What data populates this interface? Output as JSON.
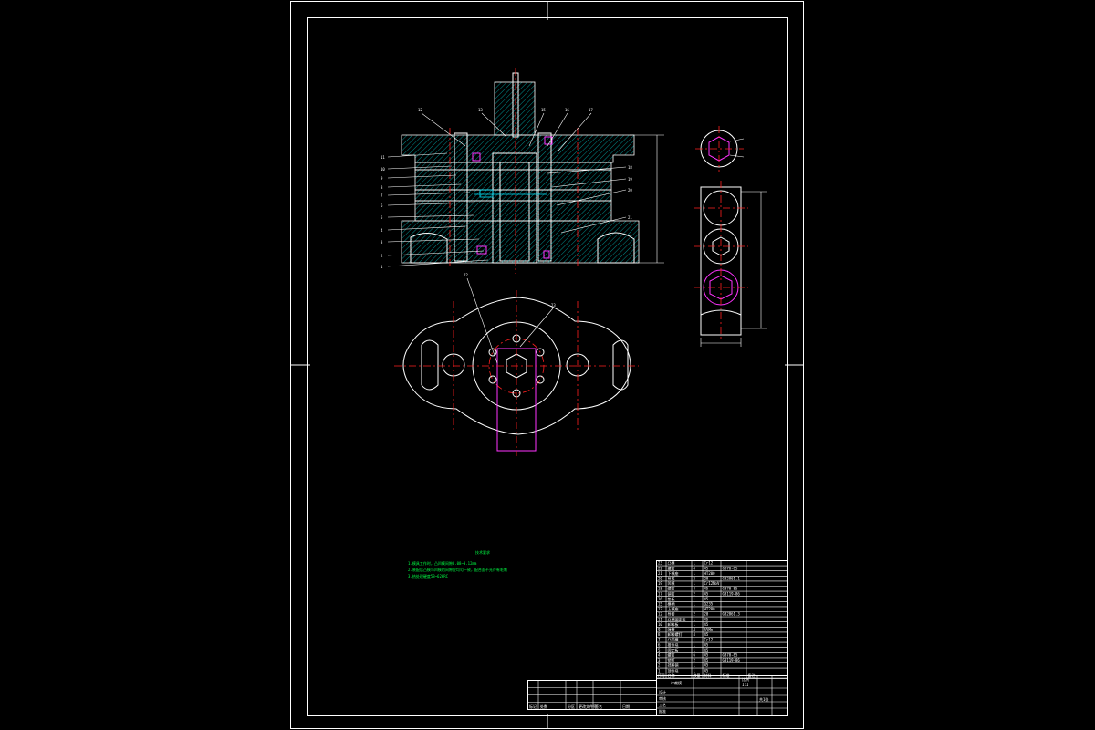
{
  "drawing": {
    "balloons_left": [
      "1",
      "2",
      "3",
      "4",
      "5",
      "6",
      "7",
      "8",
      "9",
      "10",
      "11"
    ],
    "balloons_top": [
      "12",
      "13",
      "15",
      "16",
      "17"
    ],
    "balloons_right": [
      "18",
      "19",
      "20",
      "21"
    ],
    "balloons_plan": [
      "22",
      "23"
    ],
    "notes_title": "技术要求",
    "notes_lines": [
      "1.模具工作时，凸凹模间隙0.08~0.12mm",
      "2.装配后凸模与凹模的间隙应均匀一致，配合面不允许有毛刺",
      "3.热处理硬度58~62HRC"
    ]
  },
  "parts_list": {
    "rows": [
      [
        "23",
        "凸模",
        "1",
        "Cr12",
        "",
        ""
      ],
      [
        "22",
        "螺钉",
        "4",
        "45",
        "GB70-85",
        ""
      ],
      [
        "21",
        "下模座",
        "1",
        "HT200",
        "",
        ""
      ],
      [
        "20",
        "导柱",
        "2",
        "20",
        "GB2861.1",
        ""
      ],
      [
        "19",
        "凹模",
        "1",
        "Cr12MoV",
        "",
        ""
      ],
      [
        "18",
        "螺钉",
        "4",
        "45",
        "GB70-85",
        ""
      ],
      [
        "17",
        "销钉",
        "2",
        "45",
        "GB119-86",
        ""
      ],
      [
        "16",
        "垫板",
        "1",
        "45",
        "",
        ""
      ],
      [
        "15",
        "模柄",
        "1",
        "Q235",
        "",
        ""
      ],
      [
        "13",
        "上模座",
        "1",
        "HT200",
        "",
        ""
      ],
      [
        "12",
        "导套",
        "2",
        "20",
        "GB2861.3",
        ""
      ],
      [
        "11",
        "凸模固定板",
        "1",
        "45",
        "",
        ""
      ],
      [
        "10",
        "卸料板",
        "1",
        "45",
        "",
        ""
      ],
      [
        "9",
        "弹簧",
        "4",
        "65Mn",
        "",
        ""
      ],
      [
        "8",
        "卸料螺钉",
        "4",
        "45",
        "",
        ""
      ],
      [
        "7",
        "凸凹模",
        "1",
        "Cr12",
        "",
        ""
      ],
      [
        "6",
        "推件块",
        "1",
        "45",
        "",
        ""
      ],
      [
        "5",
        "固定板",
        "1",
        "45",
        "",
        ""
      ],
      [
        "4",
        "螺钉",
        "6",
        "45",
        "GB70-85",
        ""
      ],
      [
        "3",
        "销钉",
        "2",
        "45",
        "GB119-86",
        ""
      ],
      [
        "2",
        "挡料销",
        "1",
        "45",
        "",
        ""
      ],
      [
        "1",
        "顶件块",
        "1",
        "45",
        "",
        ""
      ]
    ],
    "header": [
      "序号",
      "名称",
      "数量",
      "材料",
      "标准",
      "备注"
    ]
  },
  "title_block": {
    "title": "冲裁模",
    "scale": "比例",
    "scale_value": "1:1",
    "sheet": "共1张",
    "row_labels": [
      "设计",
      "审核",
      "工艺",
      "批准"
    ],
    "revision_cols": [
      "标记",
      "处数",
      "分区",
      "更改文件号",
      "签名",
      "日期"
    ]
  }
}
